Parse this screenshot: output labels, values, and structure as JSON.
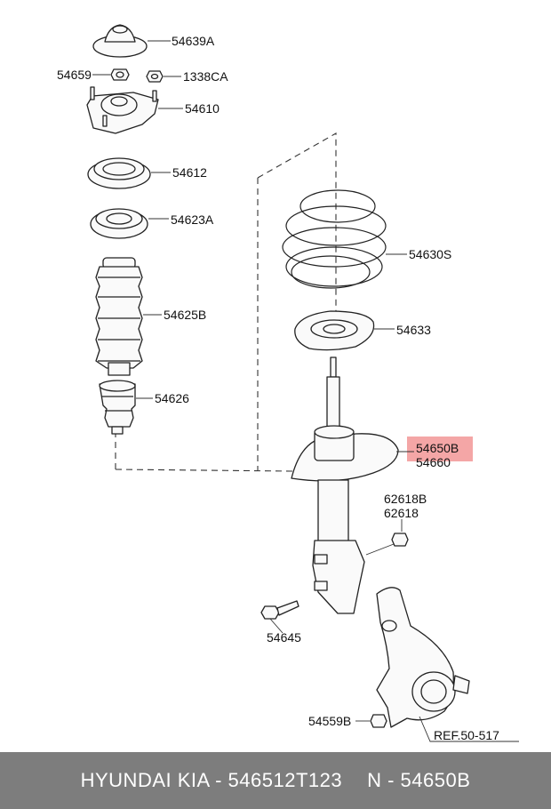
{
  "labels": {
    "p54639A": "54639A",
    "p54659": "54659",
    "p1338CA": "1338CA",
    "p54610": "54610",
    "p54612": "54612",
    "p54623A": "54623A",
    "p54625B": "54625B",
    "p54626": "54626",
    "p54630S": "54630S",
    "p54633": "54633",
    "p54650B": "54650B",
    "p54660": "54660",
    "p62618B": "62618B",
    "p62618": "62618",
    "p54645": "54645",
    "p54559B": "54559B",
    "ref": "REF.50-517"
  },
  "highlight_color": "#f4a6a6",
  "footer": {
    "brand": "HYUNDAI  KIA - 546512T123",
    "part": "N - 54650B"
  }
}
